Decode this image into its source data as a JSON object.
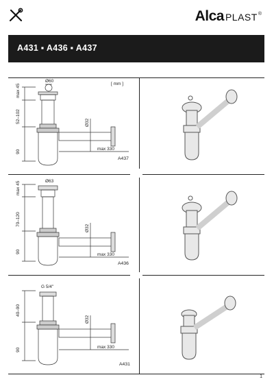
{
  "header": {
    "logo_main": "Alca",
    "logo_sub": "PLAST",
    "logo_reg": "®",
    "tools_icon": "wrench-screwdriver-icon"
  },
  "banner": {
    "title": "A431 ▪ A436 ▪ A437"
  },
  "units": "[ mm ]",
  "rows": [
    {
      "model": "A437",
      "dims": {
        "top_diameter": "Ø60",
        "top_height": "max 45",
        "mid_height": "52–102",
        "bottom_height": "90",
        "pipe_diameter": "Ø32",
        "length": "max 330"
      }
    },
    {
      "model": "A436",
      "dims": {
        "top_diameter": "Ø63",
        "top_height": "max 45",
        "mid_height": "70–120",
        "bottom_height": "90",
        "pipe_diameter": "Ø32",
        "length": "max 330"
      }
    },
    {
      "model": "A431",
      "dims": {
        "top_diameter": "G 5/4\"",
        "mid_height": "40–90",
        "bottom_height": "90",
        "pipe_diameter": "Ø32",
        "length": "max 330"
      }
    }
  ],
  "page_number": "1"
}
